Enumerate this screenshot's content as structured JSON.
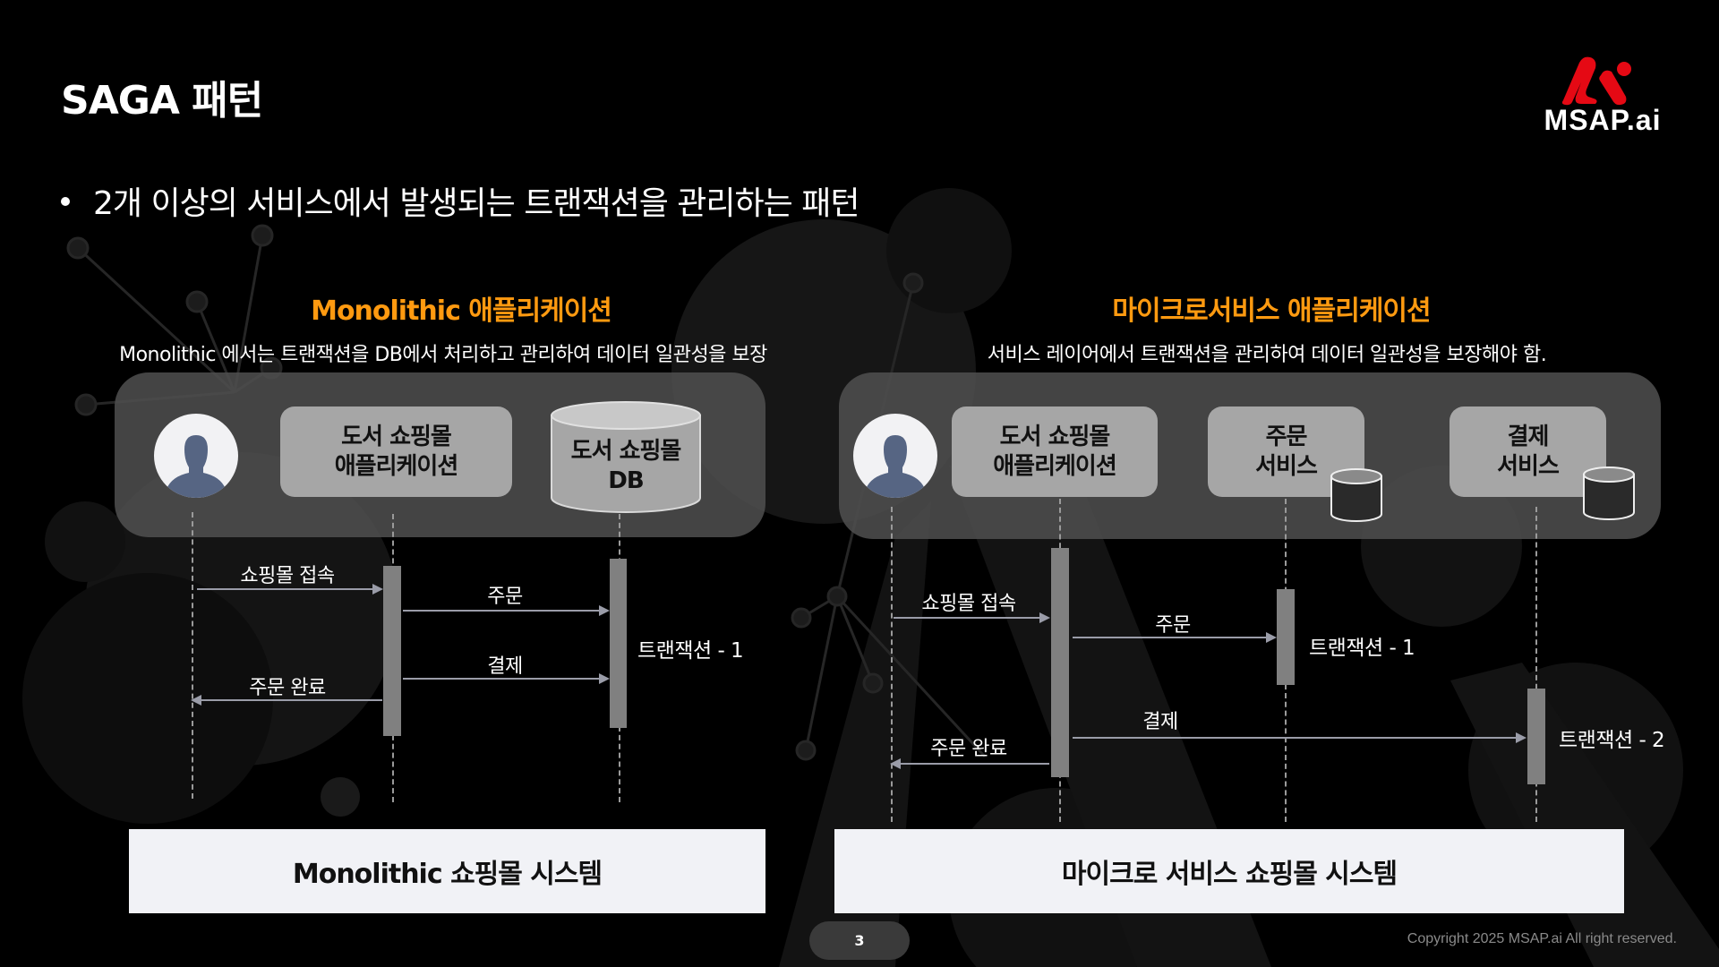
{
  "slide": {
    "title": "SAGA 패턴",
    "bullet": "2개 이상의 서비스에서 발생되는 트랜잭션을 관리하는 패턴",
    "page_number": "3",
    "copyright": "Copyright 2025 MSAP.ai All right reserved.",
    "accent_color": "#ff9a10"
  },
  "logo": {
    "text": "MSAP.ai",
    "mark_color": "#e50914"
  },
  "monolithic": {
    "title": "Monolithic 애플리케이션",
    "description": "Monolithic 에서는 트랜잭션을 DB에서 처리하고 관리하여 데이터 일관성을 보장",
    "participants": {
      "user": "user-avatar",
      "app": [
        "도서 쇼핑몰",
        "애플리케이션"
      ],
      "db": [
        "도서 쇼핑몰",
        "DB"
      ]
    },
    "messages": {
      "access": "쇼핑몰 접속",
      "order": "주문",
      "payment": "결제",
      "complete": "주문 완료"
    },
    "transaction": "트랜잭션 - 1",
    "system_label": "Monolithic 쇼핑몰 시스템"
  },
  "microservice": {
    "title": "마이크로서비스 애플리케이션",
    "description": "서비스 레이어에서 트랜잭션을 관리하여 데이터 일관성을 보장해야 함.",
    "participants": {
      "user": "user-avatar",
      "app": [
        "도서 쇼핑몰",
        "애플리케이션"
      ],
      "order_service": [
        "주문",
        "서비스"
      ],
      "payment_service": [
        "결제",
        "서비스"
      ]
    },
    "messages": {
      "access": "쇼핑몰 접속",
      "order": "주문",
      "payment": "결제",
      "complete": "주문 완료"
    },
    "transaction_1": "트랜잭션 - 1",
    "transaction_2": "트랜잭션 - 2",
    "system_label": "마이크로 서비스 쇼핑몰 시스템"
  }
}
